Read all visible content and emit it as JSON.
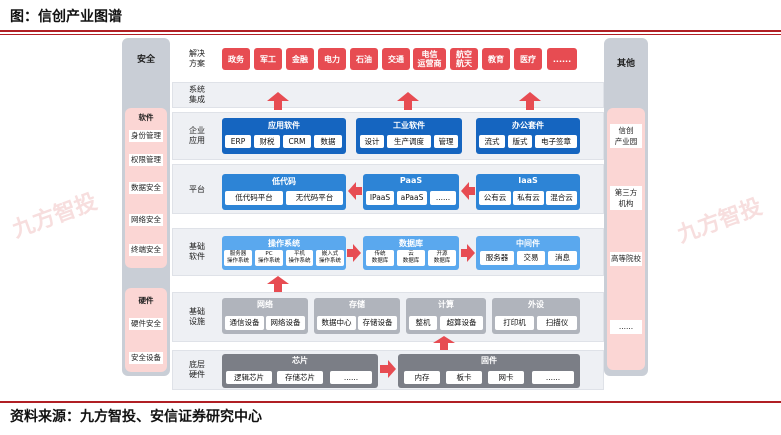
{
  "header": {
    "title": "图：信创产业图谱"
  },
  "footer": {
    "source": "资料来源：九方智投、安信证券研究中心"
  },
  "watermark": "九方智投",
  "colors": {
    "accent": "#b01f24",
    "red": "#e74c52",
    "blue_dark": "#1565c0",
    "blue_mid": "#2d84d6",
    "blue_light": "#5aa8ee",
    "grey": "#b0b4bc",
    "grey_dark": "#7b7e86",
    "pink": "#fbd6d4"
  },
  "left": {
    "title": "安全",
    "software_title": "软件",
    "software": [
      "身份管理",
      "权限管理",
      "数据安全",
      "网络安全",
      "终端安全"
    ],
    "hardware_title": "硬件",
    "hardware": [
      "硬件安全",
      "安全设备"
    ]
  },
  "right": {
    "title": "其他",
    "items": [
      "信创\n产业园",
      "第三方\n机构",
      "高等院校",
      "......"
    ]
  },
  "layers": {
    "solution": {
      "label": "解决\n方案",
      "items": [
        "政务",
        "军工",
        "金融",
        "电力",
        "石油",
        "交通",
        "电信\n运营商",
        "航空\n航天",
        "教育",
        "医疗",
        "......"
      ]
    },
    "integration": {
      "label": "系统\n集成"
    },
    "application": {
      "label": "企业\n应用",
      "groups": [
        {
          "title": "应用软件",
          "items": [
            "ERP",
            "财税",
            "CRM",
            "数据"
          ]
        },
        {
          "title": "工业软件",
          "items": [
            "设计",
            "生产调度",
            "管理"
          ]
        },
        {
          "title": "办公套件",
          "items": [
            "流式",
            "版式",
            "电子签章"
          ]
        }
      ]
    },
    "platform": {
      "label": "平台",
      "groups": [
        {
          "title": "低代码",
          "items": [
            "低代码平台",
            "无代码平台"
          ]
        },
        {
          "title": "PaaS",
          "items": [
            "IPaaS",
            "aPaaS",
            "......"
          ]
        },
        {
          "title": "IaaS",
          "items": [
            "公有云",
            "私有云",
            "混合云"
          ]
        }
      ]
    },
    "basic_software": {
      "label": "基础\n软件",
      "groups": [
        {
          "title": "操作系统",
          "items": [
            "服务器\n操作系统",
            "PC\n操作系统",
            "平机\n操作系统",
            "嵌入式\n操作系统"
          ]
        },
        {
          "title": "数据库",
          "items": [
            "传统\n数据库",
            "云\n数据库",
            "开源\n数据库"
          ]
        },
        {
          "title": "中间件",
          "items": [
            "服务器",
            "交易",
            "消息"
          ]
        }
      ]
    },
    "infrastructure": {
      "label": "基础\n设施",
      "groups": [
        {
          "title": "网络",
          "items": [
            "通信设备",
            "网络设备"
          ]
        },
        {
          "title": "存储",
          "items": [
            "数据中心",
            "存储设备"
          ]
        },
        {
          "title": "计算",
          "items": [
            "整机",
            "超算设备"
          ]
        },
        {
          "title": "外设",
          "items": [
            "打印机",
            "扫描仪"
          ]
        }
      ]
    },
    "hardware": {
      "label": "底层\n硬件",
      "groups": [
        {
          "title": "芯片",
          "items": [
            "逻辑芯片",
            "存储芯片",
            "......"
          ]
        },
        {
          "title": "固件",
          "items": [
            "内存",
            "板卡",
            "网卡",
            "......"
          ]
        }
      ]
    }
  }
}
